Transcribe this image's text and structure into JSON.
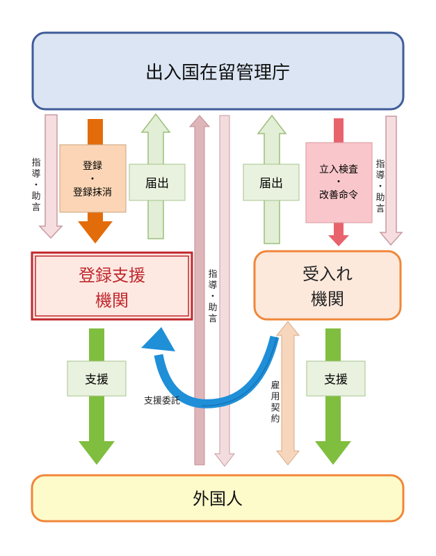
{
  "top": {
    "label": "出入国在留管理庁"
  },
  "bottom": {
    "label": "外国人"
  },
  "support_org": {
    "line1": "登録支援",
    "line2": "機関"
  },
  "host_org": {
    "line1": "受入れ",
    "line2": "機関"
  },
  "arrows": {
    "guidance_left": [
      "指",
      "導",
      "・",
      "助",
      "言"
    ],
    "registration": {
      "line1": "登録",
      "line2": "・",
      "line3": "登録抹消"
    },
    "notify_left": "届出",
    "notify_mid": [
      "届",
      "出"
    ],
    "guidance_mid": [
      "指",
      "導",
      "・",
      "助",
      "言"
    ],
    "notify_right": "届出",
    "inspection": {
      "line1": "立入検査",
      "line2": "・",
      "line3": "改善命令"
    },
    "guidance_right": [
      "指",
      "導",
      "・",
      "助",
      "言"
    ],
    "support_left": "支援",
    "support_right": "支援",
    "entrust": "支援委託",
    "employment": [
      "雇",
      "用",
      "契",
      "約"
    ]
  }
}
